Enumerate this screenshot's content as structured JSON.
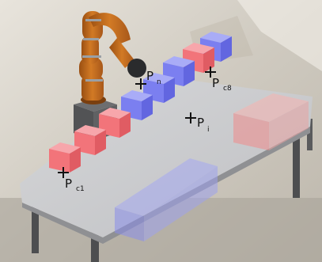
{
  "colors": {
    "red_cube": "#f2747a",
    "red_cube_top": "#f7a6ab",
    "red_cube_side": "#e05c63",
    "blue_cube": "#7b7ff0",
    "blue_cube_top": "#a9acf7",
    "blue_cube_side": "#6266e0",
    "robot": "#c46a1b",
    "table": "#c9cacc"
  },
  "labels": {
    "pc1": {
      "main": "P",
      "sub": "c1"
    },
    "pn": {
      "main": "P",
      "sub": "n"
    },
    "pc8": {
      "main": "P",
      "sub": "c8"
    },
    "pi": {
      "main": "P",
      "sub": "i"
    }
  },
  "cube_sequence": [
    "red",
    "red",
    "red",
    "blue",
    "blue",
    "blue",
    "red",
    "blue"
  ]
}
